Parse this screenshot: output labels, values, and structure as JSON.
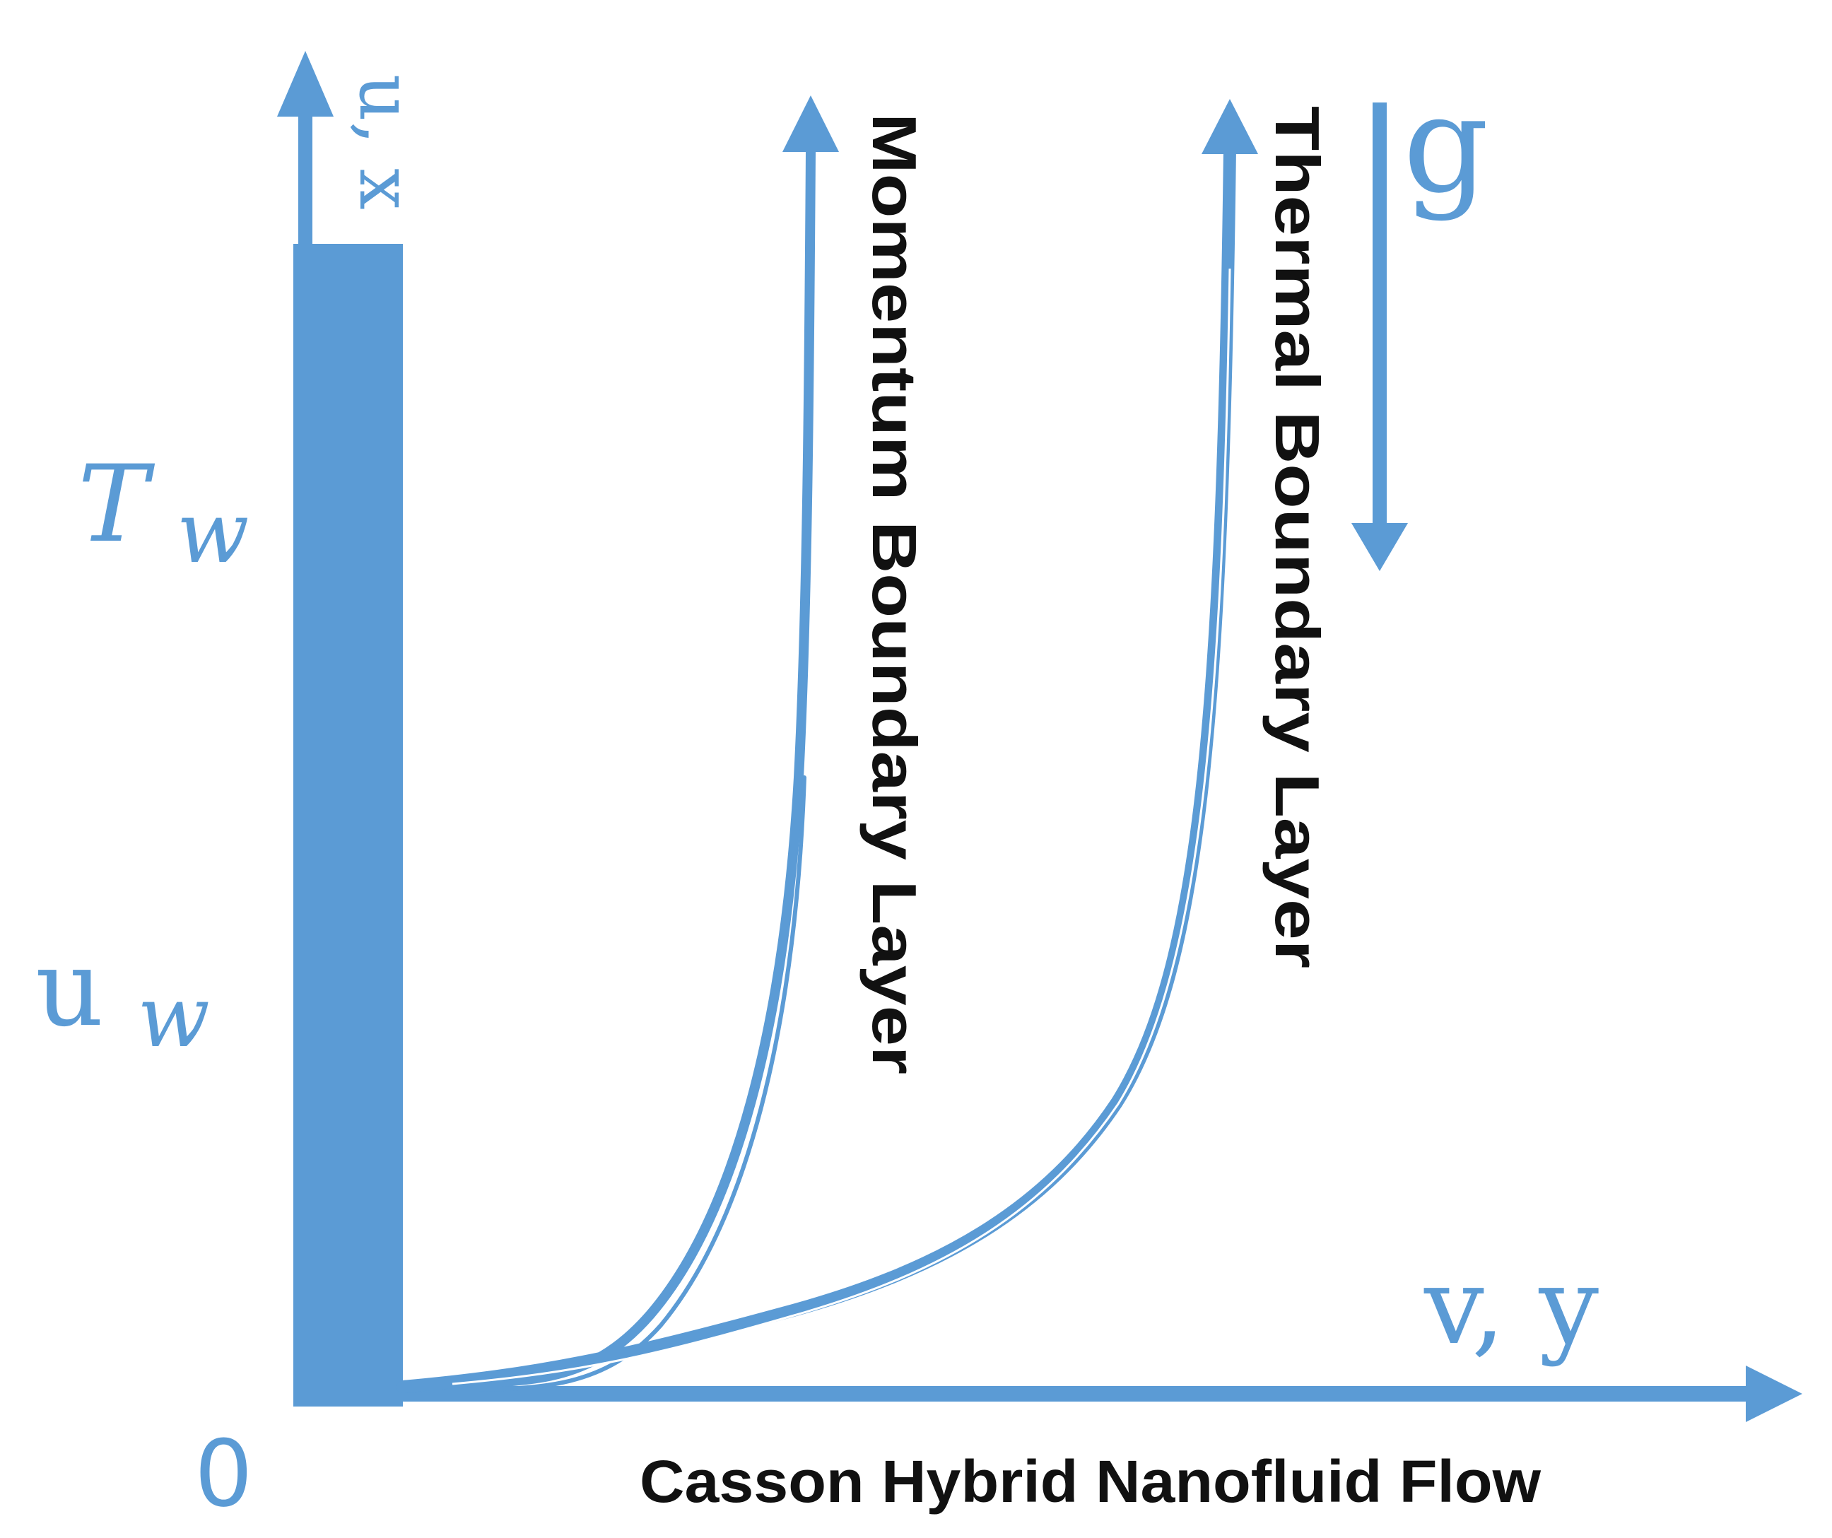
{
  "colors": {
    "accent": "#5b9bd5",
    "text": "#111111",
    "background": "#ffffff"
  },
  "labels": {
    "vertical_axis": "u, x",
    "horizontal_axis": "v, y",
    "origin": "0",
    "wall_temperature_base": "T",
    "wall_temperature_sub": "w",
    "wall_velocity_base": "u",
    "wall_velocity_sub": "w",
    "gravity": "g",
    "momentum_layer": "Momentum Boundary Layer",
    "thermal_layer": "Thermal Boundary Layer",
    "caption": "Casson Hybrid Nanofluid Flow"
  },
  "icons": {
    "vertical_axis_arrow": "arrow-up-icon",
    "horizontal_axis_arrow": "arrow-right-icon",
    "momentum_arrow": "arrow-up-icon",
    "thermal_arrow": "arrow-up-icon",
    "gravity_arrow": "arrow-down-icon"
  }
}
